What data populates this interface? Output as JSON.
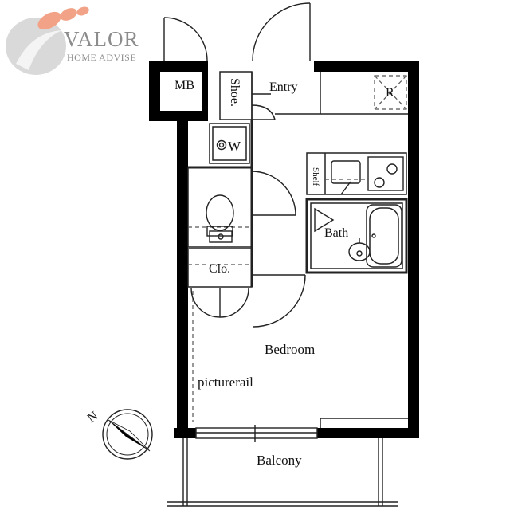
{
  "logo": {
    "brand": "VALOR",
    "tagline": "HOME ADVISE",
    "colors": {
      "swoosh": "#f2a387",
      "circle": "#d9d9d9",
      "text": "#8c8c8c"
    }
  },
  "rooms": {
    "mb": "MB",
    "shoe": "Shoe.",
    "entry": "Entry",
    "refrigerator": "R",
    "washer": "W",
    "shelf": "Shelf",
    "bath": "Bath",
    "closet": "Clo.",
    "bedroom": "Bedroom",
    "picture_rail": "picturerail",
    "balcony": "Balcony"
  },
  "compass": {
    "north": "N"
  },
  "colors": {
    "wall": "#000000",
    "line": "#222222",
    "dashed": "#555555"
  }
}
